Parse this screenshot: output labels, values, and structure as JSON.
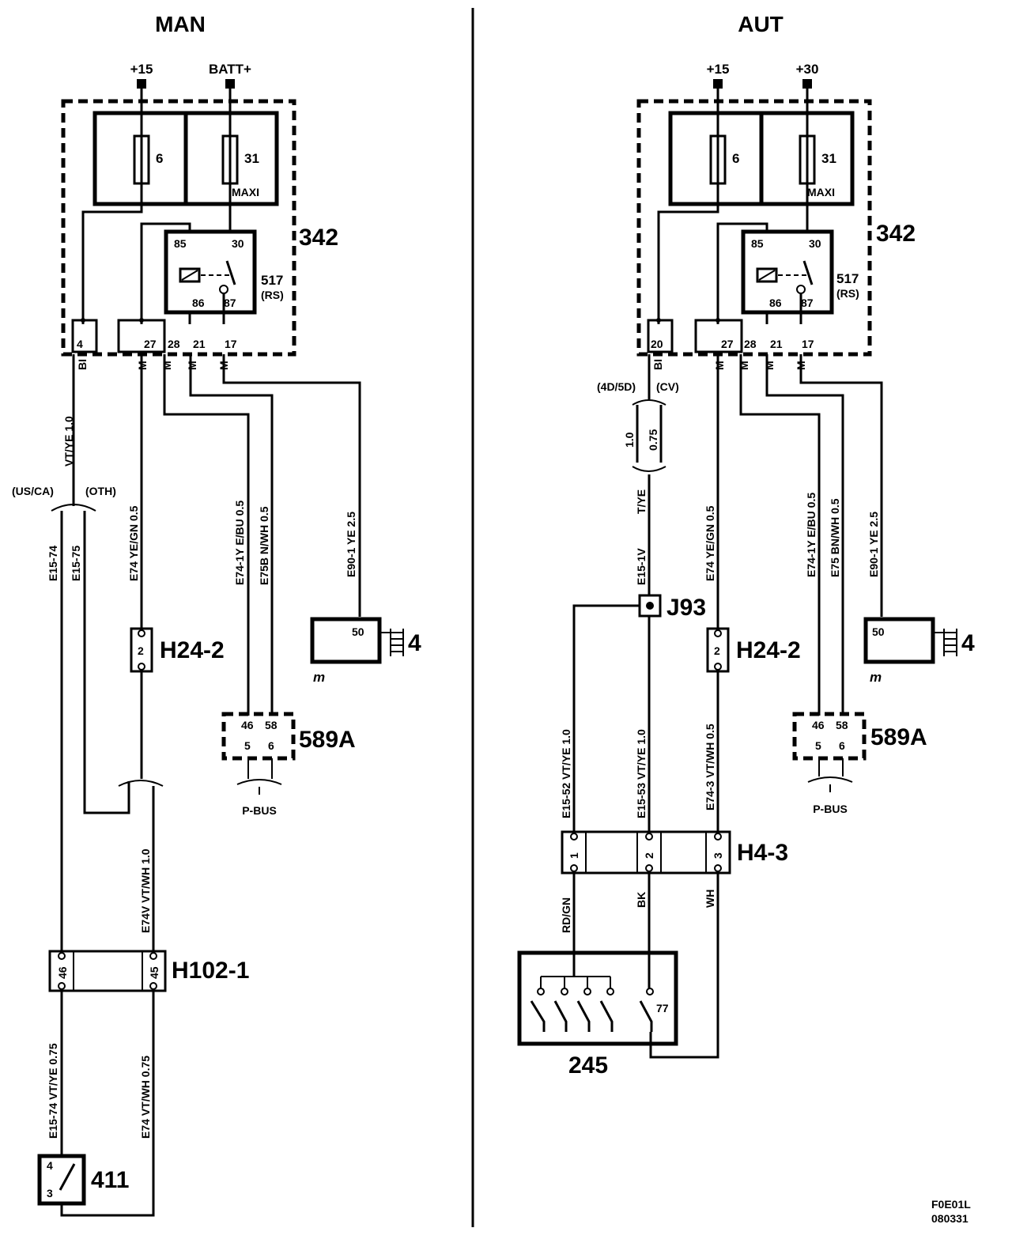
{
  "man": {
    "title": "MAN",
    "supply_15": "+15",
    "supply_batt": "BATT+",
    "fuse_6": "6",
    "fuse_31": "31",
    "maxi": "MAXI",
    "unit_342": "342",
    "relay": {
      "p85": "85",
      "p30": "30",
      "p86": "86",
      "p87": "87",
      "name": "517",
      "sub": "(RS)"
    },
    "pins": {
      "p4": "4",
      "p27": "27",
      "p28": "28",
      "p21": "21",
      "p17": "17"
    },
    "pin_cols": {
      "bl": "BI",
      "m27": "M",
      "m28": "M",
      "m21": "M",
      "m17": "M"
    },
    "wire_vtye_10": "VT/YE  1.0",
    "variant_usca": "(US/CA)",
    "variant_oth": "(OTH)",
    "wire_e1574": "E15-74",
    "wire_e1575": "E15-75",
    "wire_e74_yegn": "E74  YE/GN  0.5",
    "wire_e741y": "E74-1Y  E/BU  0.5",
    "wire_e75b": "E75B  N/WH  0.5",
    "wire_e901": "E90-1  YE  2.5",
    "conn_h242": "H24-2",
    "conn_h242_pin": "2",
    "ground_pin": "50",
    "ground_num": "4",
    "ground_sym": "m",
    "mod_589a": "589A",
    "mod_pins": {
      "p46": "46",
      "p58": "58",
      "p5": "5",
      "p6": "6"
    },
    "pbus": "P-BUS",
    "wire_e74v": "E74V VT/WH  1.0",
    "conn_h1021": "H102-1",
    "h1021_pins": {
      "p46": "46",
      "p45": "45"
    },
    "wire_e1574_bot": "E15-74  VT/YE   0.75",
    "wire_e74_bot": "E74  VT/WH  0.75",
    "switch_411": "411",
    "switch_pins": {
      "p4": "4",
      "p3": "3"
    }
  },
  "aut": {
    "title": "AUT",
    "supply_15": "+15",
    "supply_30": "+30",
    "fuse_6": "6",
    "fuse_31": "31",
    "maxi": "MAXI",
    "unit_342": "342",
    "relay": {
      "p85": "85",
      "p30": "30",
      "p86": "86",
      "p87": "87",
      "name": "517",
      "sub": "(RS)"
    },
    "pins": {
      "p20": "20",
      "p27": "27",
      "p28": "28",
      "p21": "21",
      "p17": "17"
    },
    "pin_cols": {
      "bl": "BI",
      "m27": "M",
      "m28": "M",
      "m21": "M",
      "m17": "M"
    },
    "variant_4d5d": "(4D/5D)",
    "variant_cv": "(CV)",
    "gauge_10": "1.0",
    "gauge_075": "0.75",
    "wire_tye": "T/YE",
    "wire_e151v": "E15-1V",
    "splice_j93": "J93",
    "wire_e74_yegn": "E74  YE/GN  0.5",
    "wire_e741y": "E74-1Y  E/BU  0.5",
    "wire_e75": "E75  BN/WH  0.5",
    "wire_e901": "E90-1  YE  2.5",
    "conn_h242": "H24-2",
    "conn_h242_pin": "2",
    "ground_pin": "50",
    "ground_num": "4",
    "ground_sym": "m",
    "mod_589a": "589A",
    "mod_pins": {
      "p46": "46",
      "p58": "58",
      "p5": "5",
      "p6": "6"
    },
    "pbus": "P-BUS",
    "wire_e1552": "E15-52  VT/YE   1.0",
    "wire_e1553": "E15-53  VT/YE   1.0",
    "wire_e743": "E74-3  VT/WH  0.5",
    "conn_h43": "H4-3",
    "h43_pins": {
      "p1": "1",
      "p2": "2",
      "p3": "3"
    },
    "wire_rdgn": "RD/GN",
    "wire_bk": "BK",
    "wire_wh": "WH",
    "unit_245": "245",
    "pin_77": "77"
  },
  "footer": {
    "code": "F0E01L",
    "date": "080331"
  }
}
